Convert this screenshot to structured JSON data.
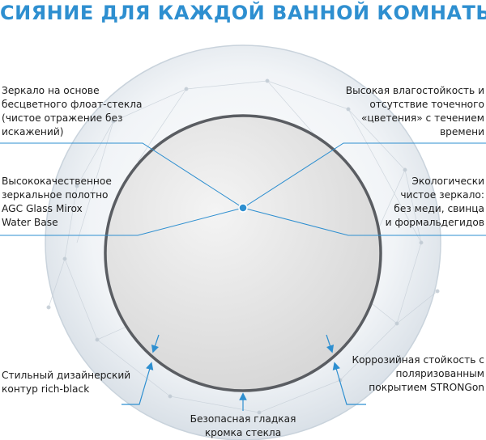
{
  "title": "СИЯНИЕ ДЛЯ КАЖДОЙ ВАННОЙ КОМНАТЫ",
  "colors": {
    "accent": "#2e8fd0",
    "mirror_rim": "#5a5d62",
    "mirror_face": "#e2e2e2",
    "outer_sphere": "#eef2f6"
  },
  "callouts": {
    "top_left": [
      "Зеркало на основе",
      "бесцветного флоат-стекла",
      "(чистое отражение без",
      "искажений)"
    ],
    "mid_left": [
      "Высококачественное",
      "зеркальное полотно",
      "AGC Glass Mirox",
      "Water Base"
    ],
    "bottom_left": [
      "Стильный дизайнерский",
      "контур rich-black"
    ],
    "top_right": [
      "Высокая влагостойкость и",
      "отсутствие точечного",
      "«цветения» с течением",
      "времени"
    ],
    "mid_right": [
      "Экологически",
      "чистое зеркало:",
      "без меди, свинца",
      "и формальдегидов"
    ],
    "bottom_right": [
      "Коррозийная стойкость с",
      "поляризованным",
      "покрытием STRONGon"
    ],
    "bottom_center": [
      "Безопасная гладкая",
      "кромка стекла"
    ]
  },
  "icons": {
    "center_dot": "dot-icon",
    "pointers": "arrow-icon"
  }
}
